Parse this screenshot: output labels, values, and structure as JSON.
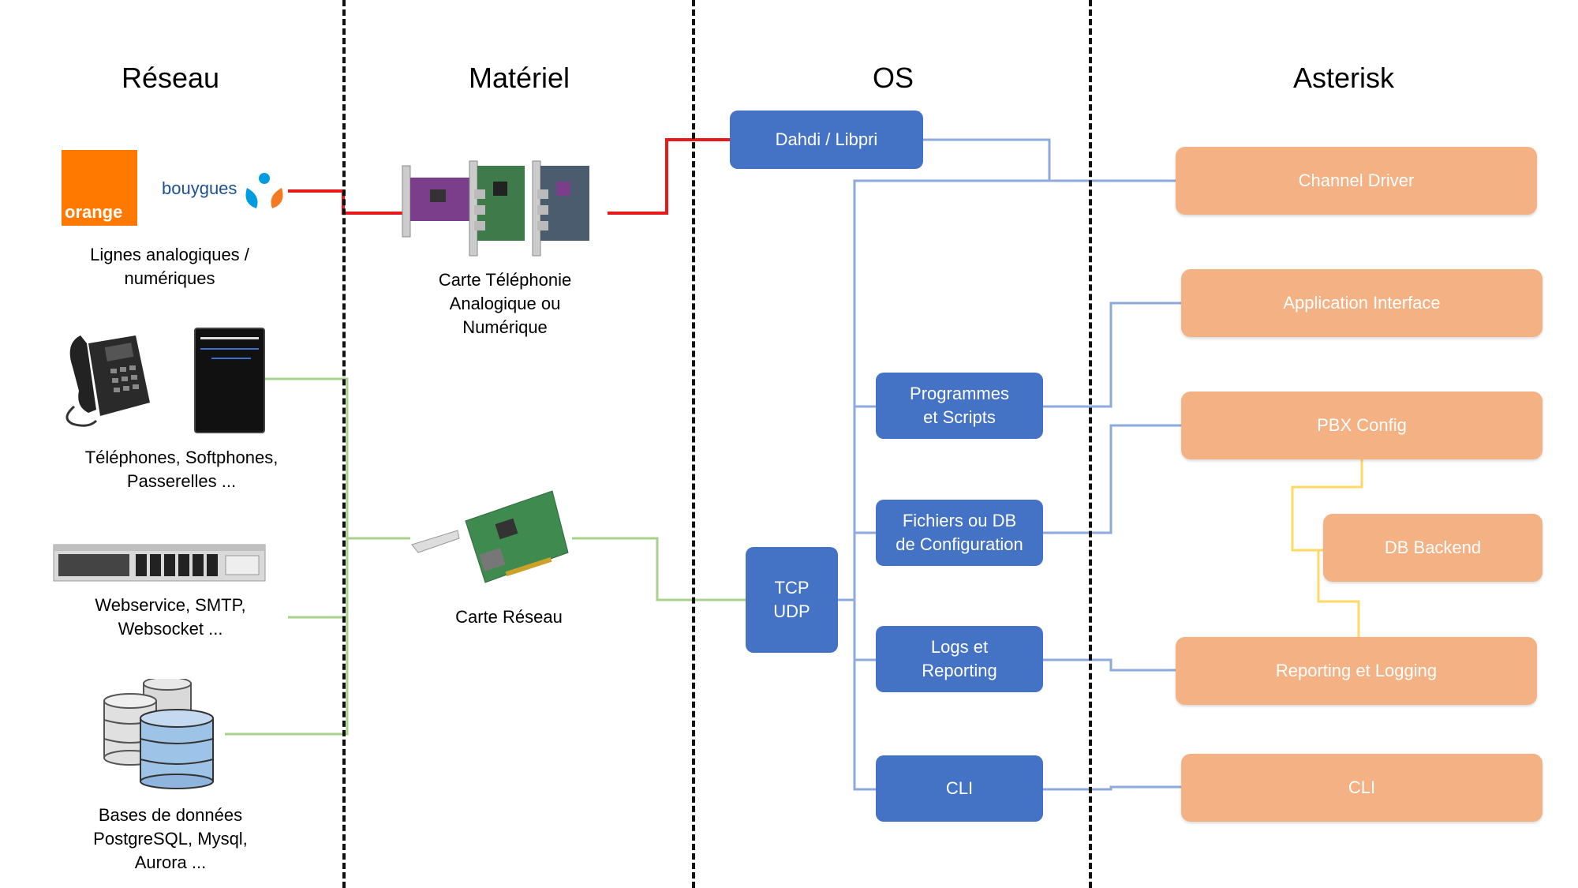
{
  "columns": {
    "network": "Réseau",
    "hardware": "Matériel",
    "os": "OS",
    "asterisk": "Asterisk"
  },
  "network": {
    "orange_logo": "orange",
    "bouygues_logo": "bouygues",
    "lines_caption": [
      "Lignes analogiques /",
      "numériques"
    ],
    "phones_caption": [
      "Téléphones, Softphones,",
      "Passerelles ..."
    ],
    "web_caption": [
      "Webservice, SMTP,",
      "Websocket ..."
    ],
    "db_caption": [
      "Bases de données",
      "PostgreSQL, Mysql,",
      "Aurora ..."
    ]
  },
  "hardware": {
    "telephony_card_caption": [
      "Carte Téléphonie",
      "Analogique ou",
      "Numérique"
    ],
    "network_card_caption": "Carte Réseau"
  },
  "os": {
    "dahdi": "Dahdi / Libpri",
    "tcp": [
      "TCP",
      "UDP"
    ],
    "programs": [
      "Programmes",
      "et Scripts"
    ],
    "config_files": [
      "Fichiers ou DB",
      "de Configuration"
    ],
    "logs": [
      "Logs et",
      "Reporting"
    ],
    "cli": "CLI"
  },
  "asterisk": {
    "channel_driver": "Channel Driver",
    "application_interface": "Application Interface",
    "pbx_config": "PBX Config",
    "db_backend": "DB Backend",
    "reporting_logging": "Reporting et Logging",
    "cli": "CLI"
  },
  "colors": {
    "os_box": "#4472c4",
    "asterisk_box": "#f4b183",
    "line_red": "#e8191b",
    "line_green": "#a9d18e",
    "line_blue": "#8eaadb",
    "line_yellow": "#ffd966",
    "orange_brand": "#ff7900"
  }
}
